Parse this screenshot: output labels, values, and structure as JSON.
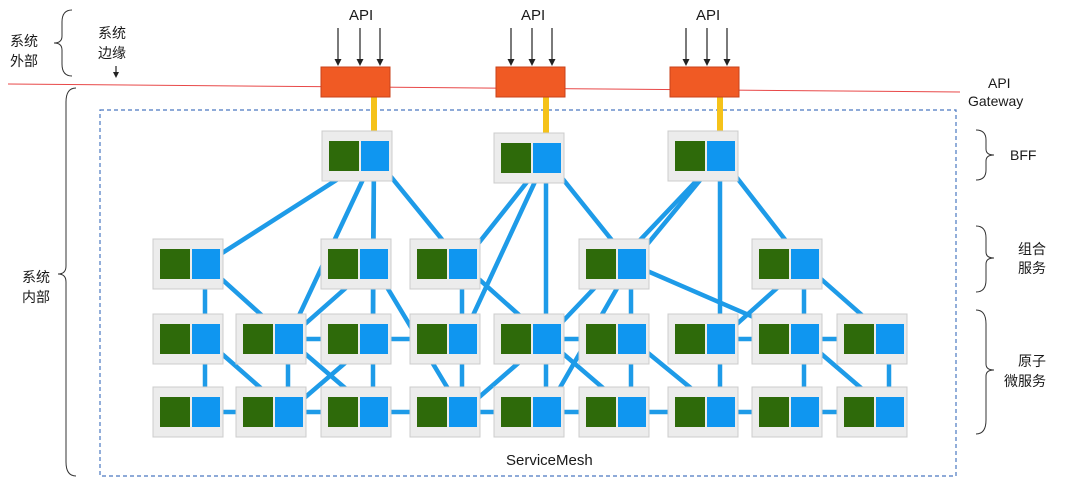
{
  "labels": {
    "system_outside": [
      "系统",
      "外部"
    ],
    "system_edge": [
      "系统",
      "边缘"
    ],
    "system_inside": [
      "系统",
      "内部"
    ],
    "api": "API",
    "api_gateway": [
      "API",
      "Gateway"
    ],
    "bff": "BFF",
    "composite": [
      "组合",
      "服务"
    ],
    "atomic": [
      "原子",
      "微服务"
    ],
    "servicemesh": "ServiceMesh"
  },
  "colors": {
    "gateway_fill": "#f05a24",
    "gateway_stroke": "#c8421a",
    "boundary_line": "#e84848",
    "link": "#1e9be8",
    "gateway_link": "#f5c219",
    "service_green": "#2e6a0a",
    "service_blue": "#0f96f0",
    "card": "#ececec",
    "card_border": "#cccccc",
    "mesh_border": "#4a78c0"
  }
}
